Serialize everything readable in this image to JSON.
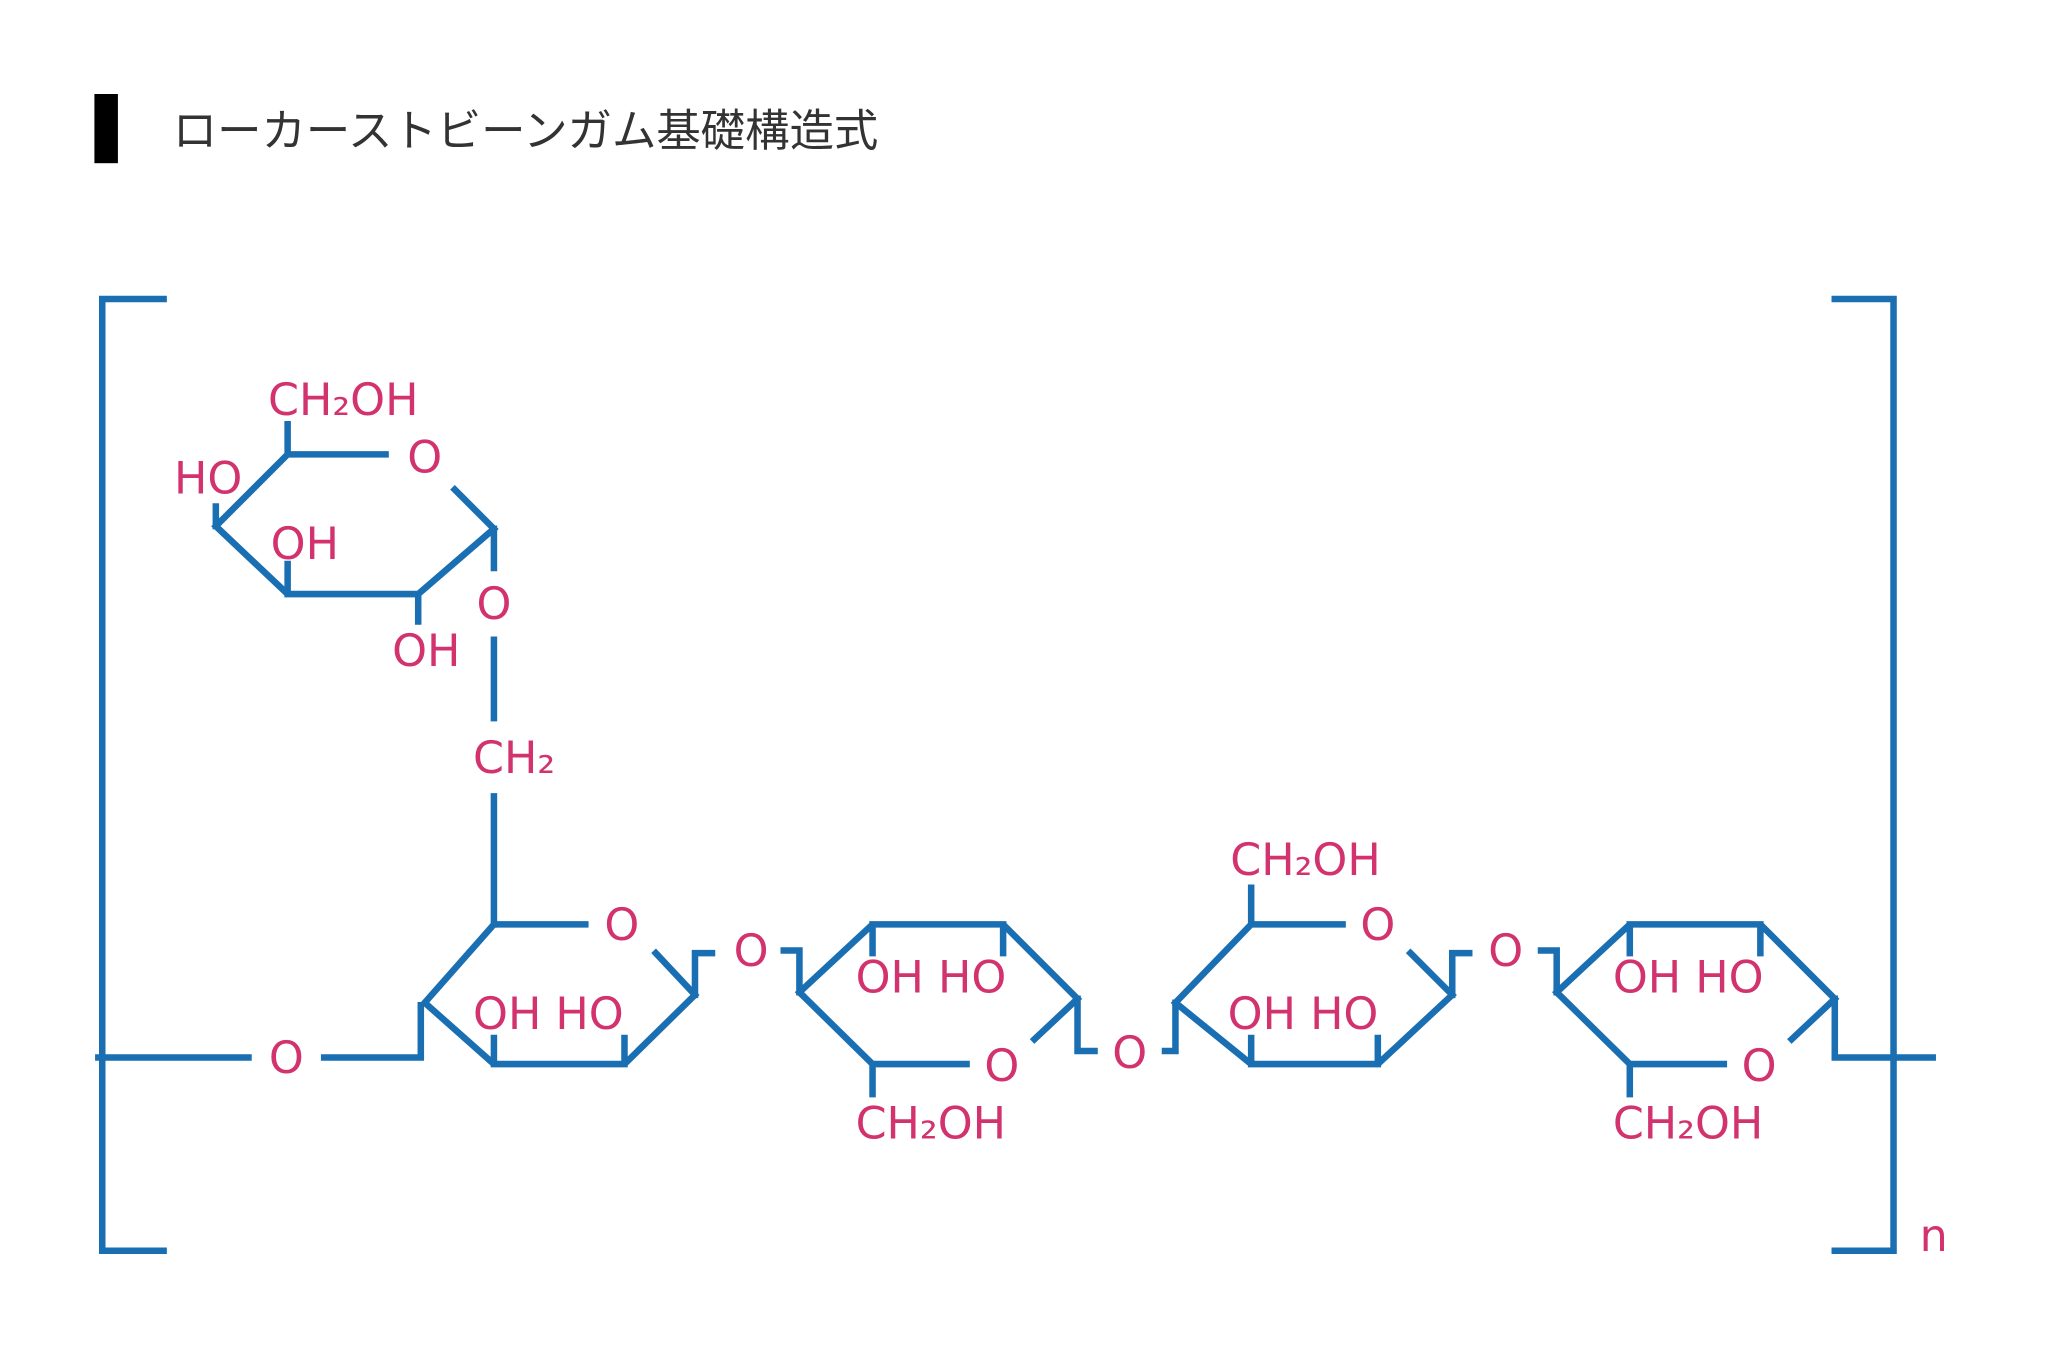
{
  "title": "ローカーストビーンガム基礎構造式",
  "labels": {
    "o": "O",
    "oh": "OH",
    "ho": "HO",
    "ch2oh": "CH₂OH",
    "ch2": "CH₂",
    "oh_ho": "OH HO",
    "n": "n"
  },
  "colors": {
    "bond": "#1a6fb3",
    "atom": "#d2336f",
    "title": "#333333"
  }
}
